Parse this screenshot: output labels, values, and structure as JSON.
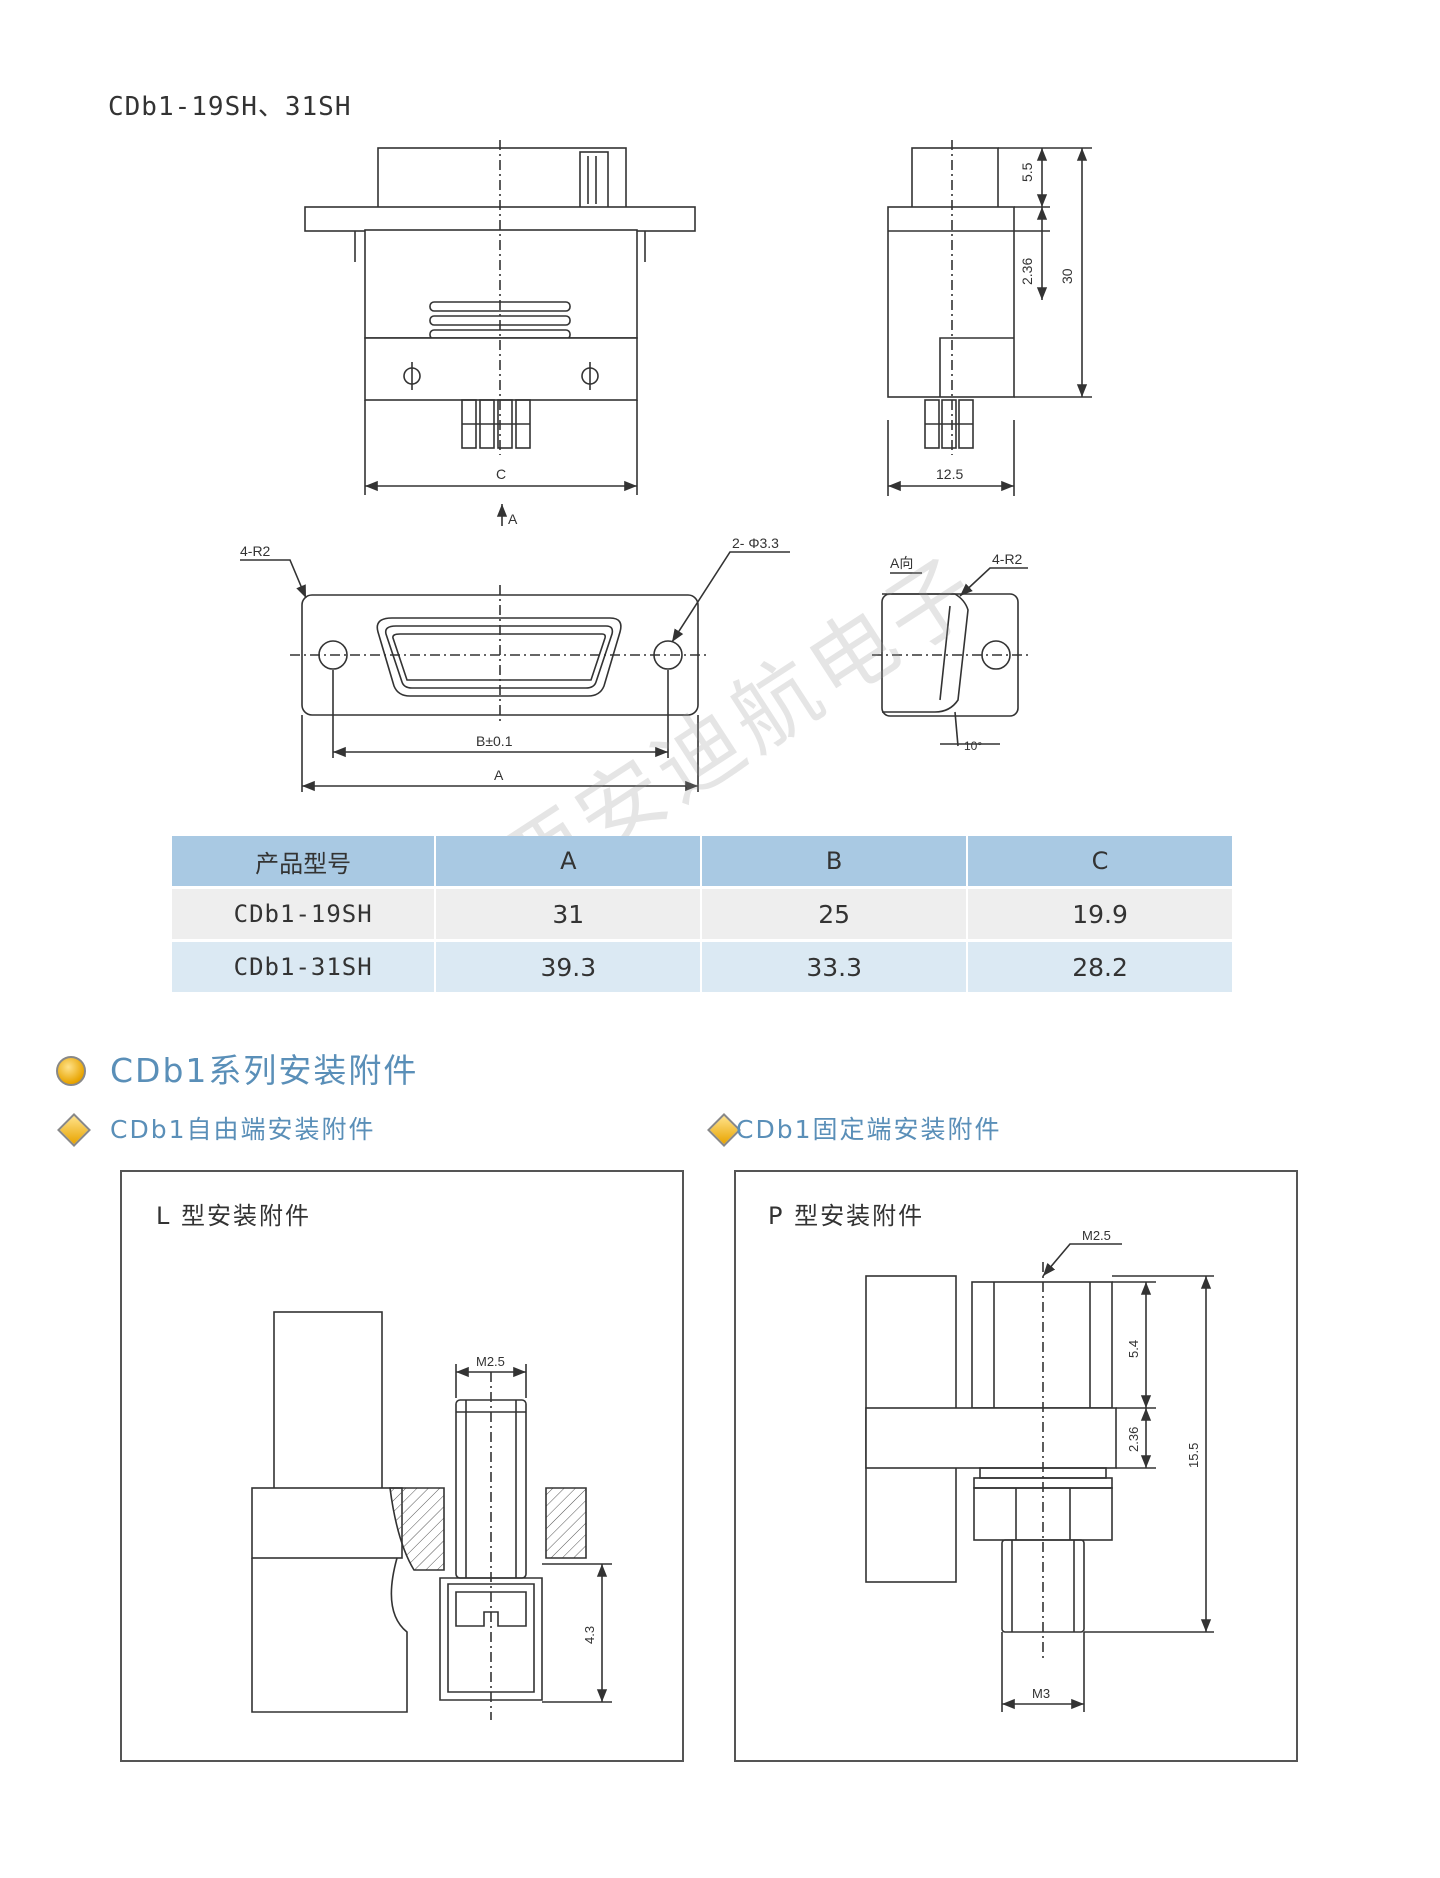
{
  "header": {
    "title": "CDb1-19SH、31SH"
  },
  "drawing": {
    "front_c_label": "C",
    "arrow_a_label": "A",
    "side_dim_55": "5.5",
    "side_dim_236": "2.36",
    "side_dim_30": "30",
    "side_dim_125": "12.5",
    "bottom_r2": "4-R2",
    "bottom_hole": "2- Φ3.3",
    "bottom_b": "B±0.1",
    "bottom_a": "A",
    "aview_label": "A向",
    "aview_r2": "4-R2",
    "aview_angle": "10°"
  },
  "table": {
    "headers": [
      "产品型号",
      "A",
      "B",
      "C"
    ],
    "rows": [
      [
        "CDb1-19SH",
        "31",
        "25",
        "19.9"
      ],
      [
        "CDb1-31SH",
        "39.3",
        "33.3",
        "28.2"
      ]
    ]
  },
  "watermark": "西安迪航电子",
  "section": {
    "title": "CDb1系列安装附件",
    "left_sub": "CDb1自由端安装附件",
    "right_sub": "CDb1固定端安装附件"
  },
  "l_box": {
    "label": "L 型安装附件",
    "m25": "M2.5",
    "dim43": "4.3"
  },
  "p_box": {
    "label": "P 型安装附件",
    "m25": "M2.5",
    "dim54": "5.4",
    "dim236": "2.36",
    "dim155": "15.5",
    "m3": "M3"
  },
  "colors": {
    "table_header": "#a9c9e3",
    "row_even": "#eeeeee",
    "row_odd": "#dbe9f3",
    "accent": "#5a8fb8"
  }
}
